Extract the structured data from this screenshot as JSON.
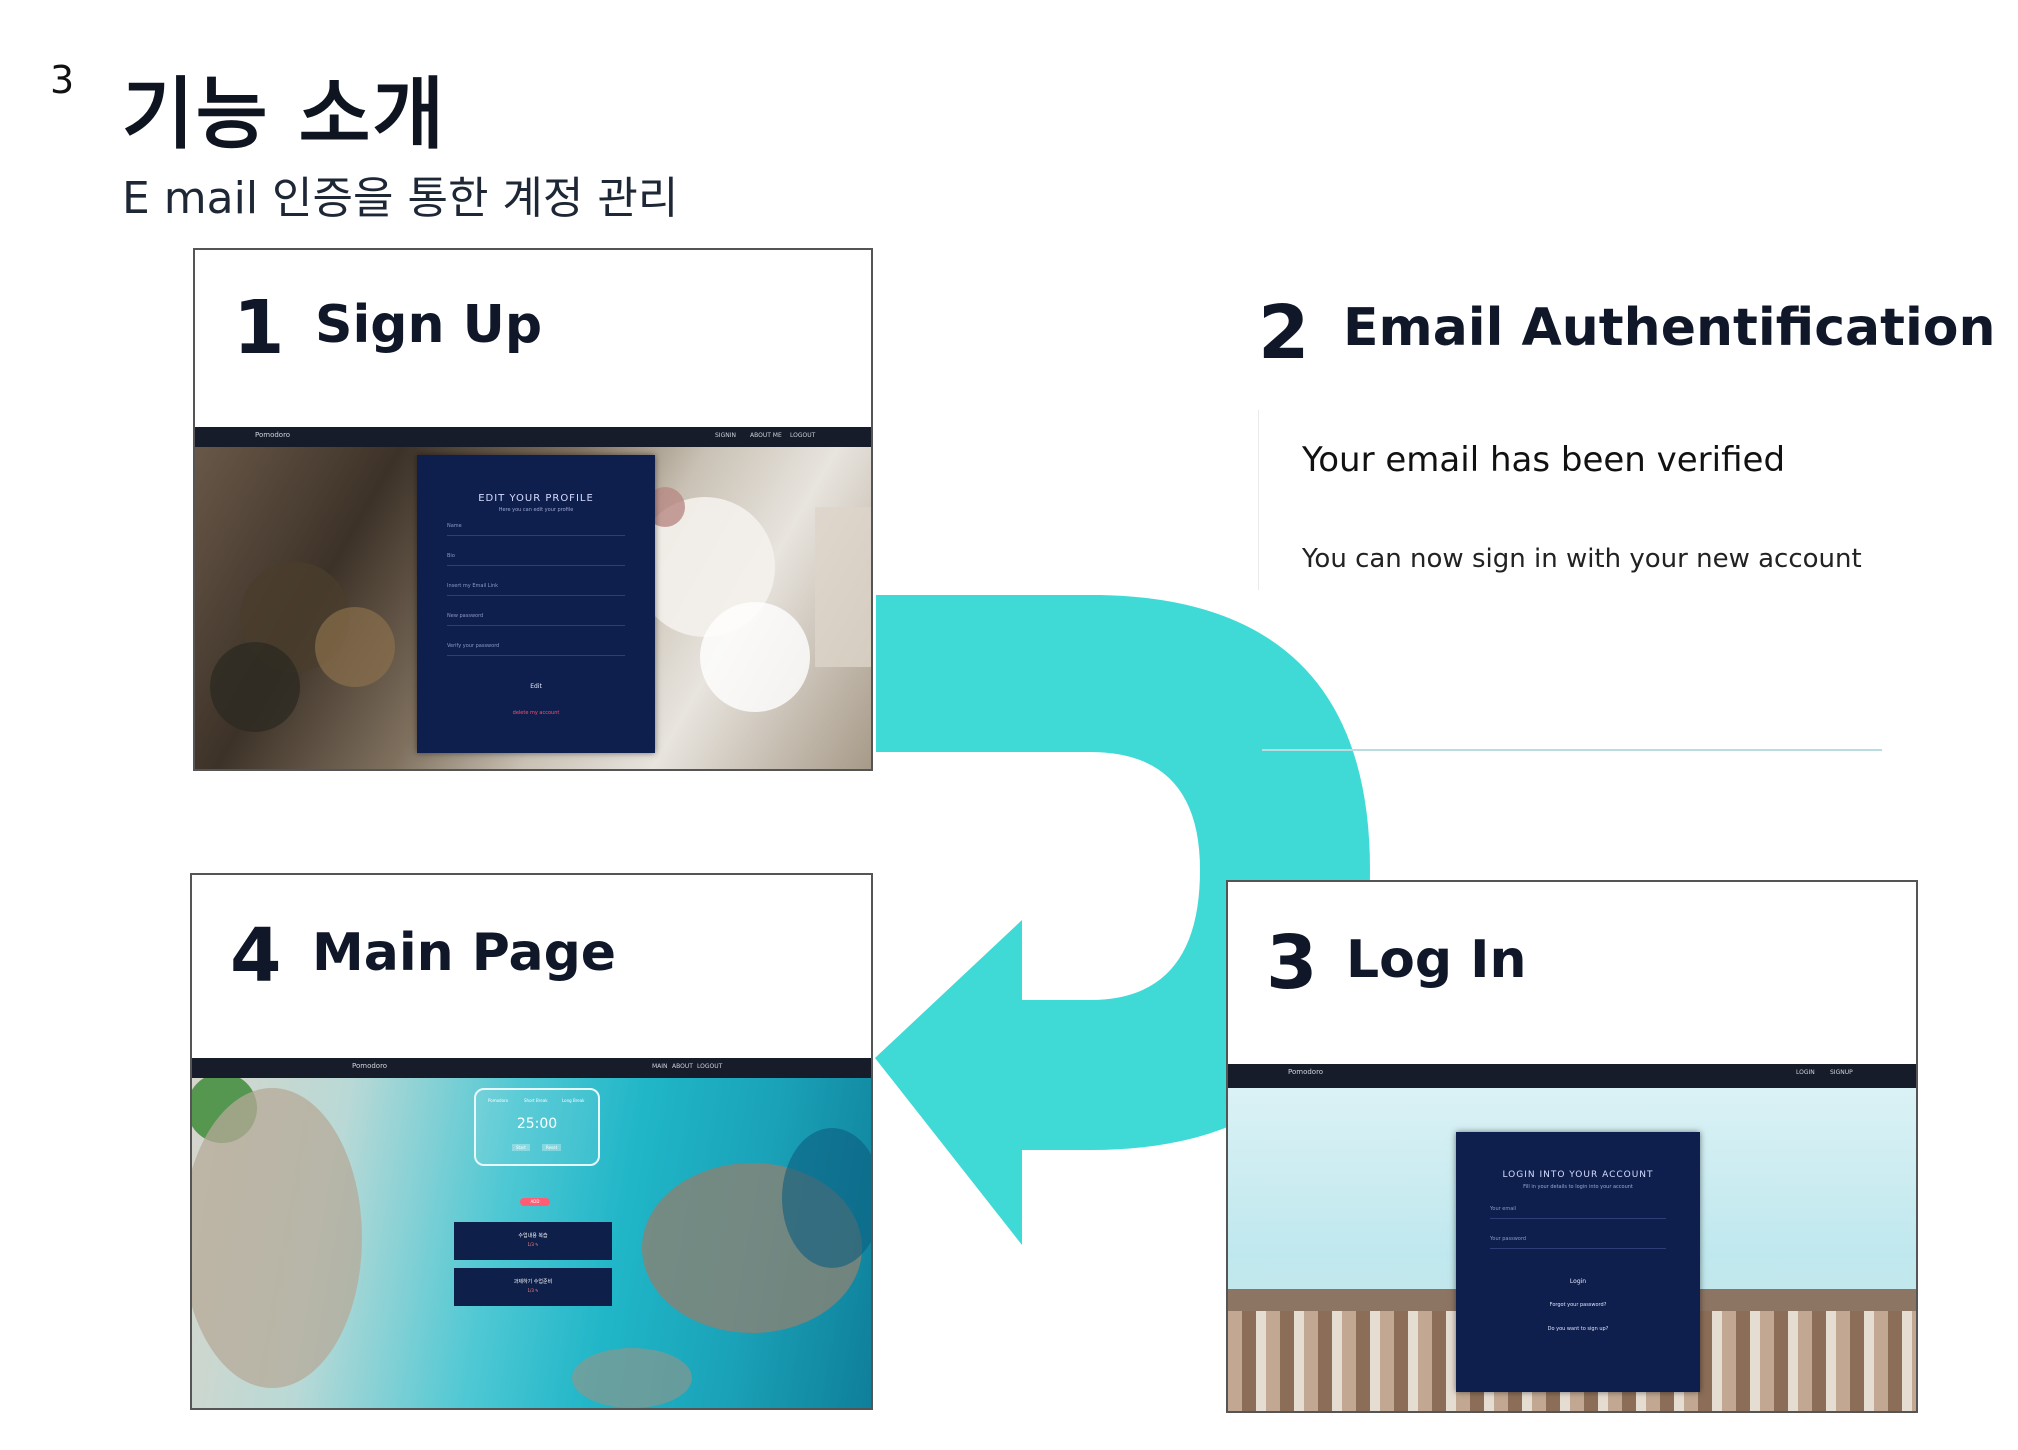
{
  "slide": {
    "number": "3",
    "title": "기능 소개",
    "subtitle": "E mail 인증을 통한 계정 관리"
  },
  "accent_color": "#2fd6d2",
  "steps": [
    {
      "number": "1",
      "label": "Sign Up",
      "screenshot": {
        "brand": "Pomodoro",
        "nav_links": [
          "SIGNIN",
          "ABOUT ME",
          "LOGOUT"
        ],
        "panel_title": "EDIT YOUR PROFILE",
        "panel_subtitle": "Here you can edit your profile",
        "fields": [
          "Name",
          "Bio",
          "Insert my Email Link",
          "New password",
          "Verify your password"
        ],
        "submit_label": "Edit",
        "delete_link": "delete my account"
      }
    },
    {
      "number": "2",
      "label": "Email Authentification",
      "message_title": "Your email has been verified",
      "message_body": "You can now sign in with your new account"
    },
    {
      "number": "3",
      "label": "Log In",
      "screenshot": {
        "brand": "Pomodoro",
        "nav_links": [
          "LOGIN",
          "SIGNUP"
        ],
        "panel_title": "LOGIN INTO YOUR ACCOUNT",
        "panel_subtitle": "Fill in your details to login into your account",
        "fields": [
          "Your email",
          "Your password"
        ],
        "submit_label": "Login",
        "forgot_link": "Forgot your password?",
        "signup_link": "Do you want to sign up?"
      }
    },
    {
      "number": "4",
      "label": "Main Page",
      "screenshot": {
        "brand": "Pomodoro",
        "nav_links": [
          "MAIN",
          "ABOUT",
          "LOGOUT"
        ],
        "timer_tabs": [
          "Pomodoro",
          "Short Break",
          "Long Break"
        ],
        "timer_value": "25:00",
        "timer_buttons": [
          "Start",
          "Reset"
        ],
        "add_button": "ADD",
        "tasks": [
          {
            "title": "수업내용 복습",
            "meta": "1/3 ✎"
          },
          {
            "title": "과제하기 수업준비",
            "meta": "1/3 ✎"
          }
        ]
      }
    }
  ]
}
